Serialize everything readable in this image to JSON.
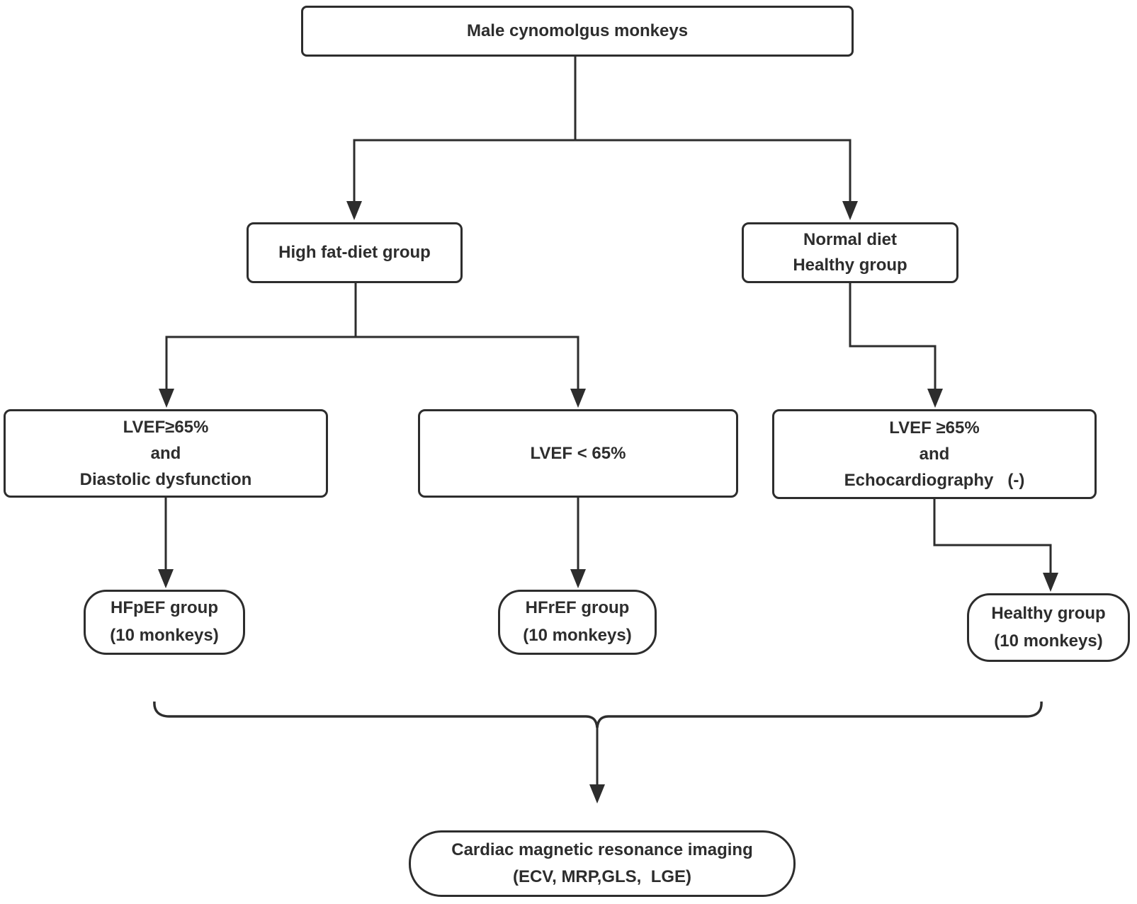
{
  "diagram": {
    "type": "flowchart",
    "nodes": {
      "root": {
        "label": "Male cynomolgus monkeys"
      },
      "high_fat": {
        "label": "High fat-diet group"
      },
      "normal_diet": {
        "label": "Normal diet\nHealthy group"
      },
      "lvef_preserved": {
        "label": "LVEF≥65%\nand\nDiastolic dysfunction"
      },
      "lvef_reduced": {
        "label": "LVEF < 65%"
      },
      "lvef_healthy": {
        "label": "LVEF ≥65%\nand\nEchocardiography   (-)"
      },
      "hfpef_group": {
        "label": "HFpEF group\n(10 monkeys)"
      },
      "hfref_group": {
        "label": "HFrEF group\n(10 monkeys)"
      },
      "healthy_group": {
        "label": "Healthy group\n(10 monkeys)"
      },
      "cmr": {
        "label": "Cardiac magnetic resonance imaging\n(ECV, MRP,GLS,  LGE)"
      }
    },
    "edges": [
      {
        "from": "root",
        "to": "high_fat"
      },
      {
        "from": "root",
        "to": "normal_diet"
      },
      {
        "from": "high_fat",
        "to": "lvef_preserved"
      },
      {
        "from": "high_fat",
        "to": "lvef_reduced"
      },
      {
        "from": "normal_diet",
        "to": "lvef_healthy"
      },
      {
        "from": "lvef_preserved",
        "to": "hfpef_group"
      },
      {
        "from": "lvef_reduced",
        "to": "hfref_group"
      },
      {
        "from": "lvef_healthy",
        "to": "healthy_group"
      },
      {
        "from": "hfpef_group + hfref_group + healthy_group (brace)",
        "to": "cmr"
      }
    ],
    "colors": {
      "line": "#2d2d2d",
      "box_border": "#2d2d2d",
      "box_fill": "#ffffff",
      "text": "#2d2d2d",
      "background": "#ffffff"
    }
  }
}
